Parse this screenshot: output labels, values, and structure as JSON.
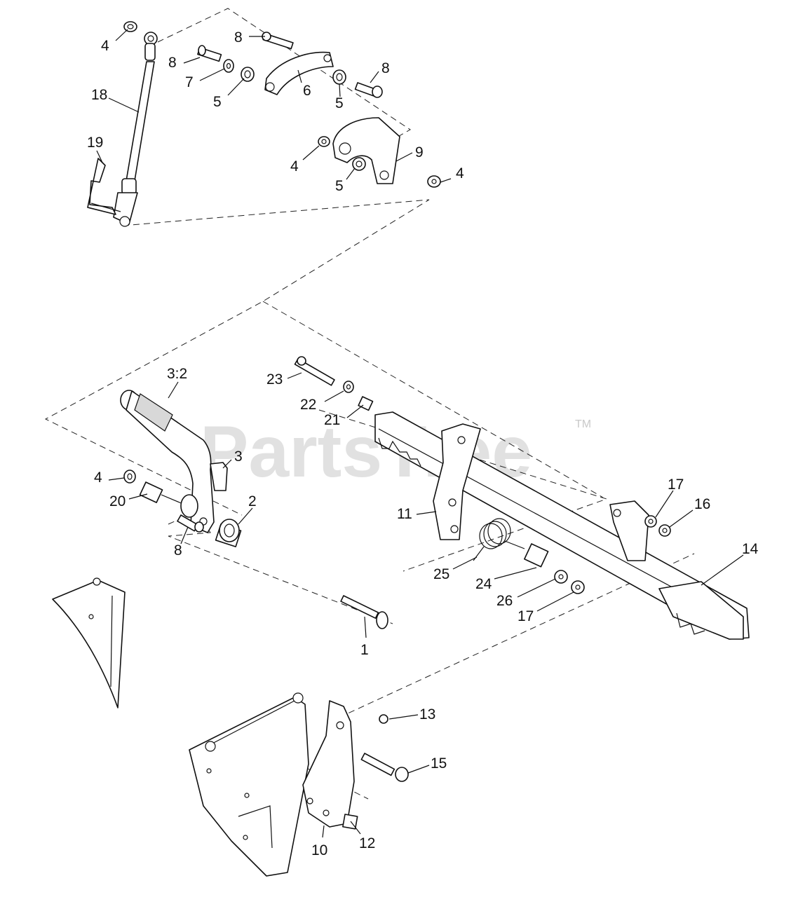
{
  "watermark": {
    "text": "PartsTree",
    "tm": "TM"
  },
  "callouts": {
    "c1": "1",
    "c2": "2",
    "c3": "3",
    "c3_2": "3:2",
    "c4": "4",
    "c5": "5",
    "c6": "6",
    "c7": "7",
    "c8": "8",
    "c9": "9",
    "c10": "10",
    "c11": "11",
    "c12": "12",
    "c13": "13",
    "c14": "14",
    "c15": "15",
    "c16": "16",
    "c17": "17",
    "c18": "18",
    "c19": "19",
    "c20": "20",
    "c21": "21",
    "c22": "22",
    "c23": "23",
    "c24": "24",
    "c25": "25",
    "c26": "26"
  }
}
